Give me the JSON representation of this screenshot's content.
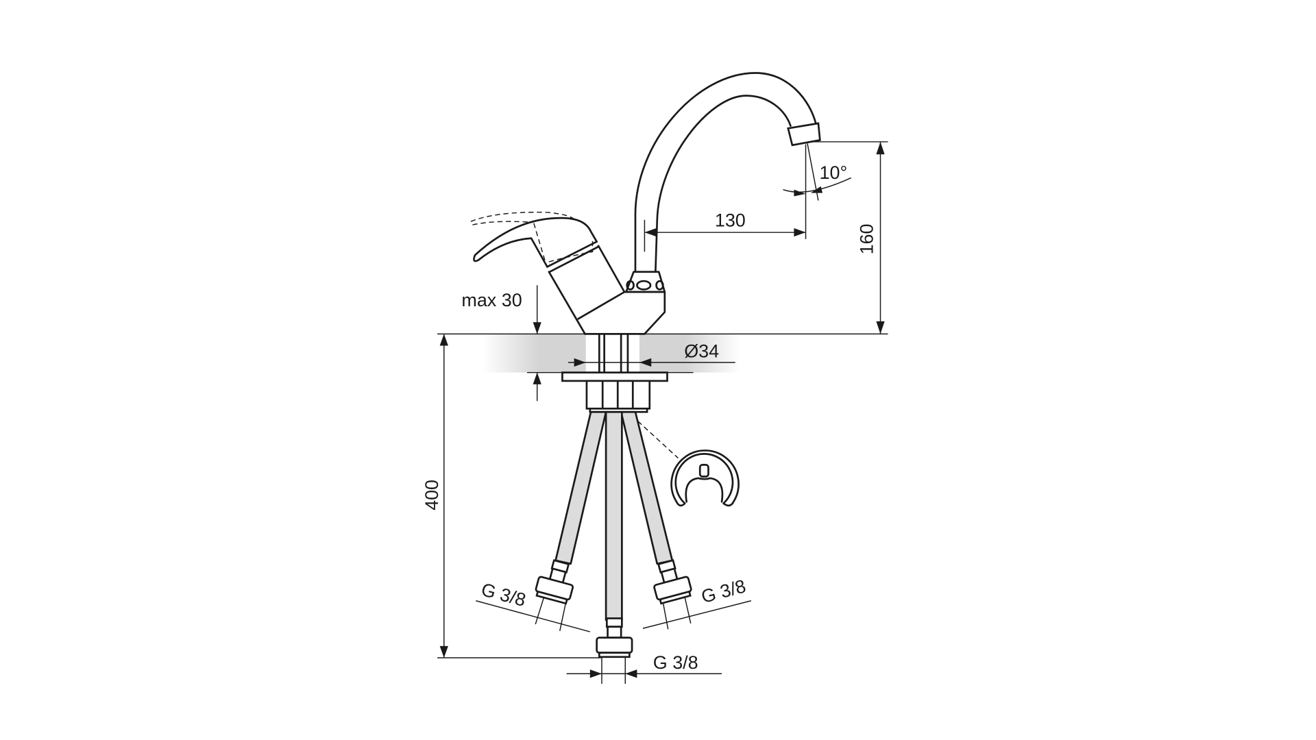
{
  "drawing": {
    "title": "Single-lever faucet technical drawing",
    "dimensions": {
      "spout_reach": "130",
      "spout_height": "160",
      "spout_angle": "10°",
      "max_countertop": "max 30",
      "mounting_hole": "Ø34",
      "hose_length": "400",
      "thread_left": "G 3/8",
      "thread_right": "G 3/8",
      "thread_center": "G 3/8"
    }
  },
  "colors": {
    "line": "#1a1a1a",
    "countertop": "#d4d4d4",
    "hose": "#dcdcdc"
  }
}
